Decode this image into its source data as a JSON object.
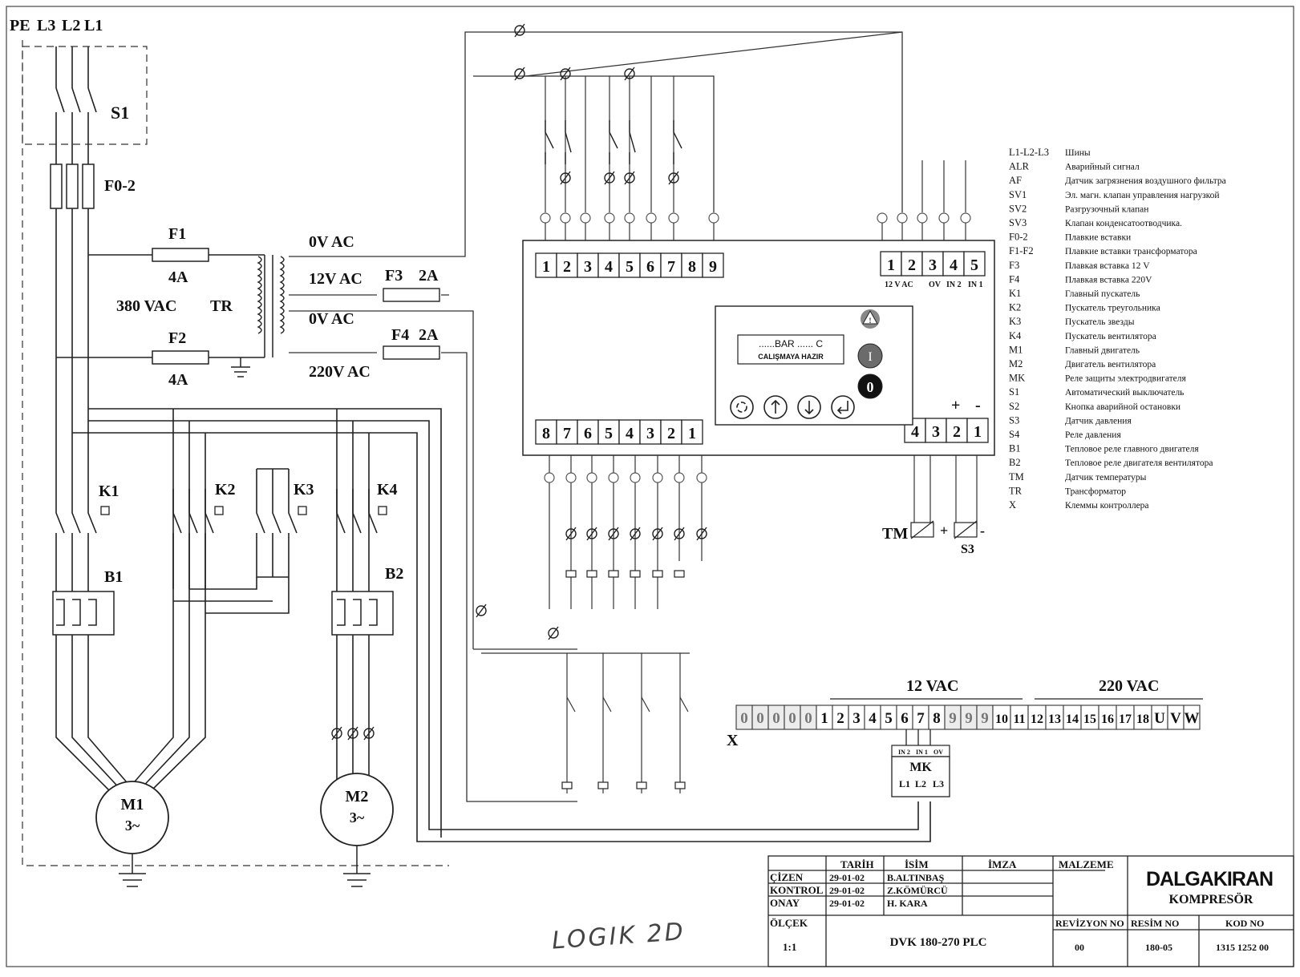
{
  "bus_labels": [
    "PE",
    "L3",
    "L2",
    "L1"
  ],
  "components": {
    "s1": "S1",
    "f02": "F0-2",
    "f1": "F1",
    "f1_rating": "4A",
    "f2": "F2",
    "f2_rating": "4A",
    "supply": "380 VAC",
    "tr": "TR",
    "sec_0v_a": "0V AC",
    "sec_12v": "12V AC",
    "sec_0v_b": "0V AC",
    "sec_220v": "220V AC",
    "f3": "F3",
    "f3_rating": "2A",
    "f4": "F4",
    "f4_rating": "2A",
    "k1": "K1",
    "k2": "K2",
    "k3": "K3",
    "k4": "K4",
    "b1": "B1",
    "b2": "B2",
    "m1": "M1",
    "m1_phase": "3~",
    "m2": "M2",
    "m2_phase": "3~",
    "tm": "TM",
    "s3": "S3",
    "mk": "MK"
  },
  "controller": {
    "top_left_terminals": [
      "1",
      "2",
      "3",
      "4",
      "5",
      "6",
      "7",
      "8",
      "9"
    ],
    "top_right_terminals": [
      "1",
      "2",
      "3",
      "4",
      "5"
    ],
    "top_right_sublabels": [
      "12 V AC",
      "OV",
      "IN 2",
      "IN 1"
    ],
    "bottom_left_terminals": [
      "8",
      "7",
      "6",
      "5",
      "4",
      "3",
      "2",
      "1"
    ],
    "bottom_right_terminals": [
      "4",
      "3",
      "2",
      "1"
    ],
    "display_line1": "......BAR ...... C",
    "display_line2": "CALIŞMAYA HAZIR",
    "start_button": "I",
    "stop_button": "0",
    "plus": "+",
    "minus": "-"
  },
  "terminal_strip": {
    "label_12vac": "12 VAC",
    "label_220vac": "220 VAC",
    "label_x": "X",
    "cells": [
      "0",
      "0",
      "0",
      "0",
      "0",
      "1",
      "2",
      "3",
      "4",
      "5",
      "6",
      "7",
      "8",
      "9",
      "9",
      "9",
      "10",
      "11",
      "12",
      "13",
      "14",
      "15",
      "16",
      "17",
      "18",
      "U",
      "V",
      "W"
    ]
  },
  "mk_block": {
    "top": [
      "IN 2",
      "IN 1",
      "OV"
    ],
    "title": "MK",
    "bottom": [
      "L1",
      "L2",
      "L3"
    ]
  },
  "legend": [
    {
      "code": "L1-L2-L3",
      "text": "Шины"
    },
    {
      "code": "ALR",
      "text": "Аварийный сигнал"
    },
    {
      "code": "AF",
      "text": "Датчик загрязнения воздушного фильтра"
    },
    {
      "code": "SV1",
      "text": "Эл. магн. клапан управления нагрузкой"
    },
    {
      "code": "SV2",
      "text": "Разгрузочный клапан"
    },
    {
      "code": "SV3",
      "text": "Клапан конденсатоотводчика."
    },
    {
      "code": "F0-2",
      "text": "Плавкие вставки"
    },
    {
      "code": "F1-F2",
      "text": "Плавкие вставки трансформатора"
    },
    {
      "code": "F3",
      "text": "Плавкая вставка 12 V"
    },
    {
      "code": "F4",
      "text": "Плавкая вставка 220V"
    },
    {
      "code": "K1",
      "text": "Главный пускатель"
    },
    {
      "code": "K2",
      "text": "Пускатель треугольника"
    },
    {
      "code": "K3",
      "text": "Пускатель звезды"
    },
    {
      "code": "K4",
      "text": "Пускатель вентилятора"
    },
    {
      "code": "M1",
      "text": "Главный двигатель"
    },
    {
      "code": "M2",
      "text": "Двигатель вентилятора"
    },
    {
      "code": "MK",
      "text": "Реле защиты электродвигателя"
    },
    {
      "code": "S1",
      "text": "Автоматический выключатель"
    },
    {
      "code": "S2",
      "text": "Кнопка аварийной остановки"
    },
    {
      "code": "S3",
      "text": "Датчик давления"
    },
    {
      "code": "S4",
      "text": "Реле давления"
    },
    {
      "code": "B1",
      "text": "Тепловое реле главного двигателя"
    },
    {
      "code": "B2",
      "text": "Тепловое реле двигателя вентилятора"
    },
    {
      "code": "TM",
      "text": "Датчик температуры"
    },
    {
      "code": "TR",
      "text": "Трансформатор"
    },
    {
      "code": "X",
      "text": "Клеммы контроллера"
    }
  ],
  "title_block": {
    "headers": [
      "TARİH",
      "İSİM",
      "İMZA",
      "MALZEME"
    ],
    "rows": [
      {
        "role": "ÇİZEN",
        "date": "29-01-02",
        "name": "B.ALTINBAŞ"
      },
      {
        "role": "KONTROL",
        "date": "29-01-02",
        "name": "Z.KÖMÜRCÜ"
      },
      {
        "role": "ONAY",
        "date": "29-01-02",
        "name": "H. KARA"
      }
    ],
    "olcek_label": "ÖLÇEK",
    "olcek_value": "1:1",
    "title": "DVK 180-270 PLC",
    "revizyon_label": "REVİZYON NO",
    "revizyon_value": "00",
    "resim_label": "RESİM NO",
    "resim_value": "180-05",
    "kod_label": "KOD NO",
    "kod_value": "1315 1252 00",
    "logo_text": "DALGAKIRAN",
    "company": "KOMPRESÖR"
  },
  "handwritten_note": "LOGIK 2D",
  "colors": {
    "ink": "#111111",
    "wire": "#333333",
    "terminal_bg": "#e5e5e5"
  }
}
